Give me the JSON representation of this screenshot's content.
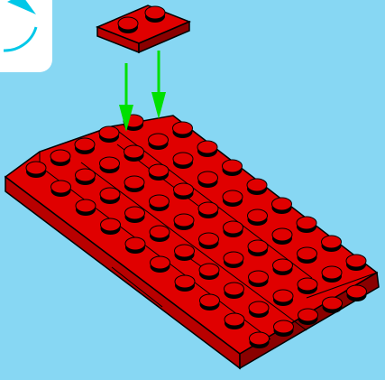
{
  "colors": {
    "background": "#87d7f3",
    "brick": "#e00000",
    "brick_side": "#b80000",
    "brick_dark": "#8a0000",
    "stud_shadow": "#000000",
    "arrow": "#00e000",
    "callout_fill": "#ffffff",
    "callout_icon": "#00c8e8"
  },
  "instruction_step": {
    "new_part": "brick-plate-1x2-red",
    "target": "plate-assembly-red",
    "arrows": 2
  },
  "icons": {
    "callout": "rotate-view-icon",
    "arrow": "arrow-down-icon"
  }
}
